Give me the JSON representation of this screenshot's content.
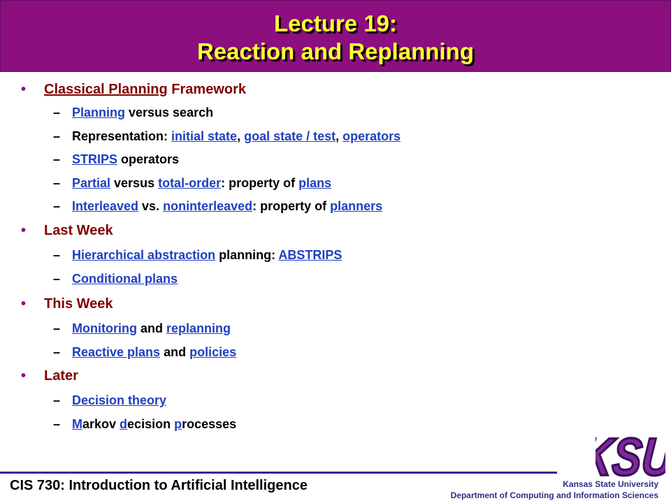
{
  "slide": {
    "title_line_1": "Lecture 19:",
    "title_line_2": "Reaction and Replanning"
  },
  "outline": [
    {
      "bullet": "•",
      "parts": [
        {
          "text": "Classical Planning",
          "link": true
        },
        {
          "text": " Framework",
          "link": false
        }
      ],
      "children": [
        {
          "dash": "–",
          "parts": [
            {
              "text": "Planning",
              "link": true
            },
            {
              "text": " versus search",
              "link": false
            }
          ]
        },
        {
          "dash": "–",
          "parts": [
            {
              "text": "Representation: ",
              "link": false
            },
            {
              "text": "initial state",
              "link": true
            },
            {
              "text": ", ",
              "link": false
            },
            {
              "text": "goal state / test",
              "link": true
            },
            {
              "text": ", ",
              "link": false
            },
            {
              "text": "operators",
              "link": true
            }
          ]
        },
        {
          "dash": "–",
          "parts": [
            {
              "text": "STRIPS",
              "link": true
            },
            {
              "text": " operators",
              "link": false
            }
          ]
        },
        {
          "dash": "–",
          "parts": [
            {
              "text": "Partial",
              "link": true
            },
            {
              "text": " versus ",
              "link": false
            },
            {
              "text": "total-order",
              "link": true
            },
            {
              "text": ": property of ",
              "link": false
            },
            {
              "text": "plans",
              "link": true
            }
          ]
        },
        {
          "dash": "–",
          "parts": [
            {
              "text": "Interleaved",
              "link": true
            },
            {
              "text": " vs. ",
              "link": false
            },
            {
              "text": "noninterleaved",
              "link": true
            },
            {
              "text": ": property of ",
              "link": false
            },
            {
              "text": "planners",
              "link": true
            }
          ]
        }
      ]
    },
    {
      "bullet": "•",
      "parts": [
        {
          "text": "Last Week",
          "link": false
        }
      ],
      "children": [
        {
          "dash": "–",
          "parts": [
            {
              "text": "Hierarchical abstraction",
              "link": true
            },
            {
              "text": " planning: ",
              "link": false
            },
            {
              "text": "ABSTRIPS",
              "link": true
            }
          ]
        },
        {
          "dash": "–",
          "parts": [
            {
              "text": "Conditional plans",
              "link": true
            }
          ]
        }
      ]
    },
    {
      "bullet": "•",
      "parts": [
        {
          "text": "This Week",
          "link": false
        }
      ],
      "children": [
        {
          "dash": "–",
          "parts": [
            {
              "text": "Monitoring",
              "link": true
            },
            {
              "text": " and ",
              "link": false
            },
            {
              "text": "replanning",
              "link": true
            }
          ]
        },
        {
          "dash": "–",
          "parts": [
            {
              "text": "Reactive plans",
              "link": true
            },
            {
              "text": " and ",
              "link": false
            },
            {
              "text": "policies",
              "link": true
            }
          ]
        }
      ]
    },
    {
      "bullet": "•",
      "parts": [
        {
          "text": "Later",
          "link": false
        }
      ],
      "children": [
        {
          "dash": "–",
          "parts": [
            {
              "text": "Decision theory",
              "link": true
            }
          ]
        },
        {
          "dash": "–",
          "parts": [
            {
              "text": "M",
              "link": true
            },
            {
              "text": "arkov ",
              "link": false
            },
            {
              "text": "d",
              "link": true
            },
            {
              "text": "ecision ",
              "link": false
            },
            {
              "text": "p",
              "link": true
            },
            {
              "text": "rocesses",
              "link": false
            }
          ]
        }
      ]
    }
  ],
  "footer": {
    "course": "CIS 730: Introduction to Artificial Intelligence",
    "university": "Kansas State University",
    "department": "Department of Computing and Information Sciences"
  },
  "logo": {
    "text": "KSU",
    "color": "#7b2a9c",
    "outline_color": "#3c0f5a"
  },
  "colors": {
    "title_bar": "#8b0f7f",
    "title_text": "#ffff33",
    "level1_text": "#800000",
    "link": "#1f3fbf",
    "footer_text": "#2d2d8b"
  }
}
